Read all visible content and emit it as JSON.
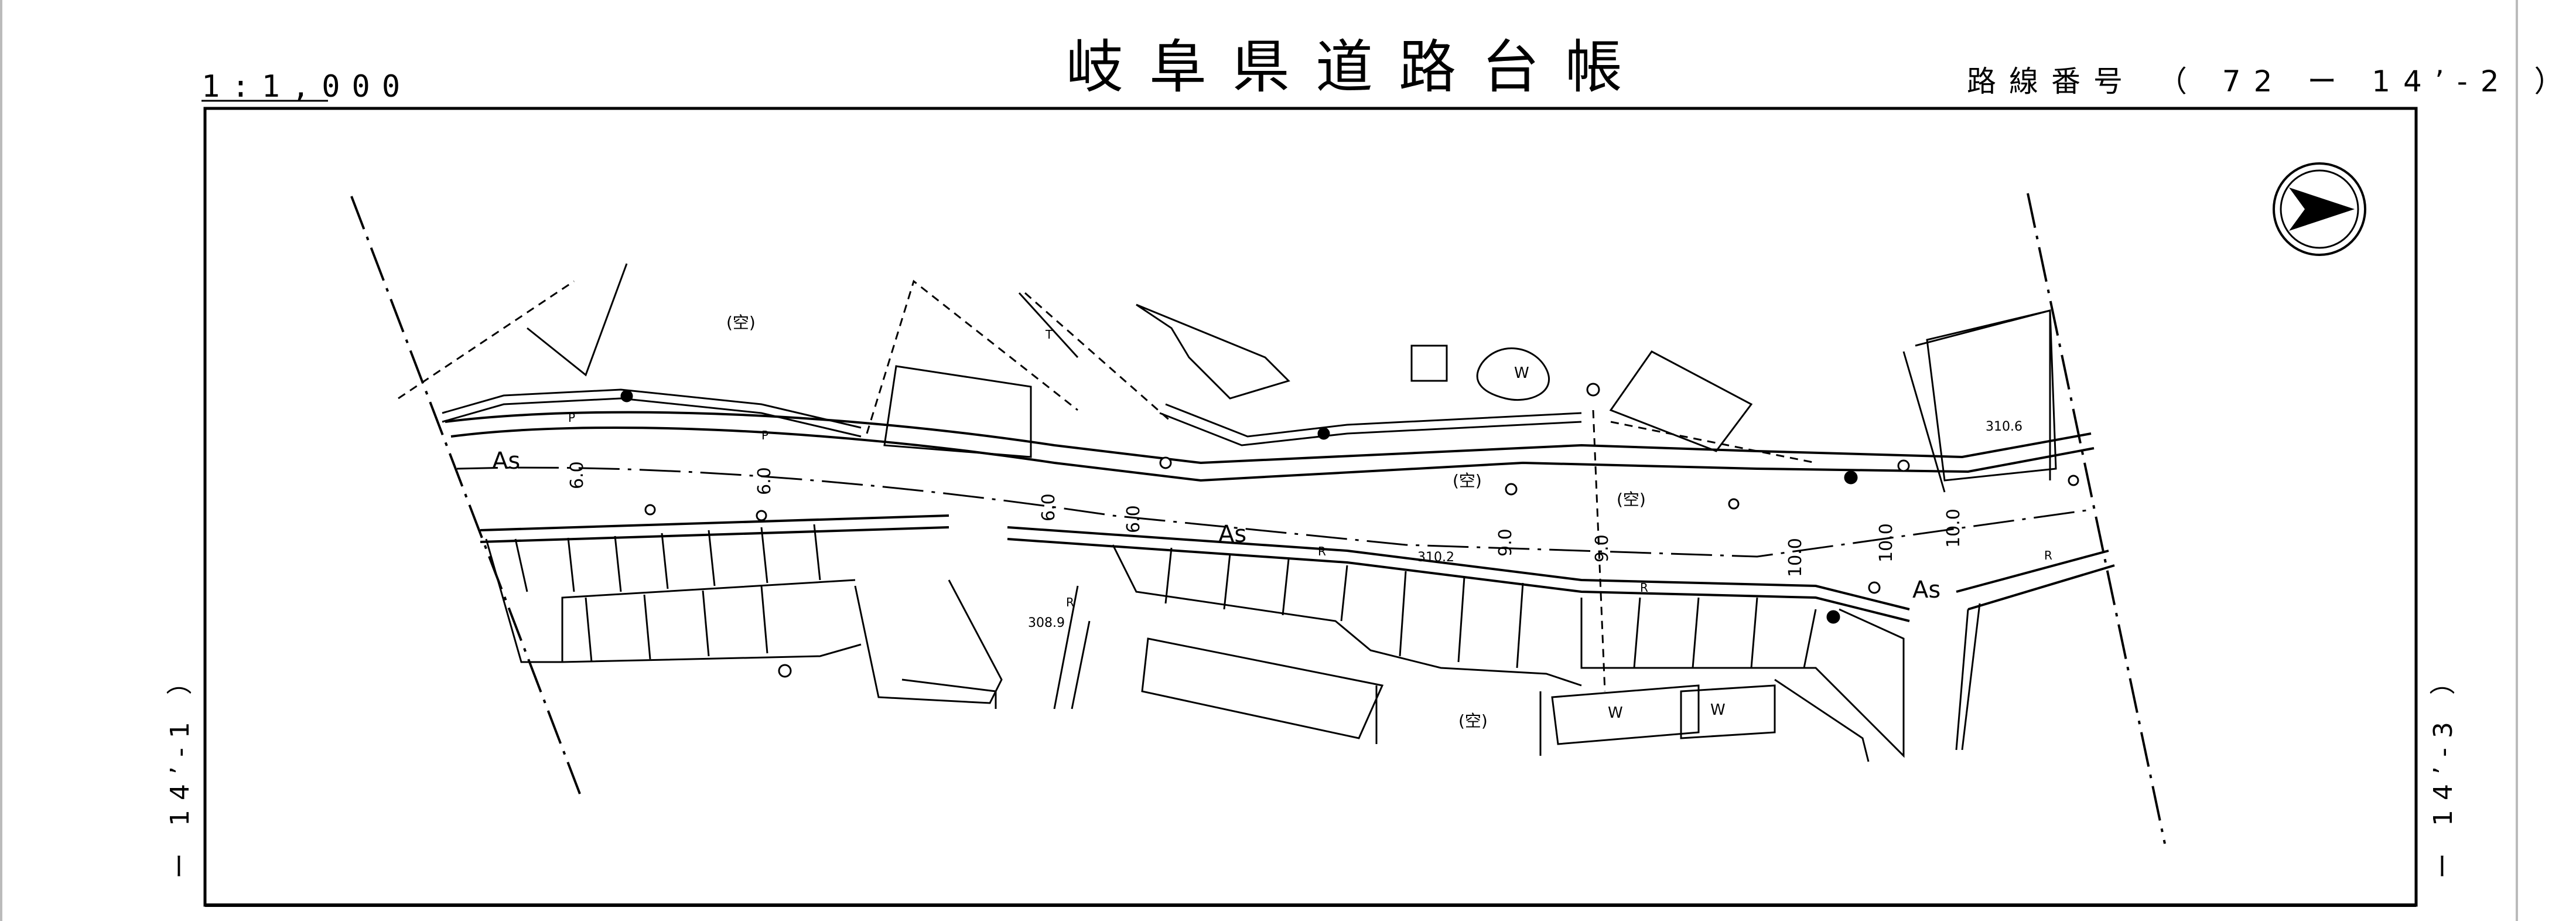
{
  "header": {
    "scale": "1:1,000",
    "title": "岐阜県道路台帳",
    "route_number": "路線番号 （ 72 ー 14’-2 ）"
  },
  "side_refs": {
    "left": "ー 14’-1 ）",
    "right": "ー 14’-3 ）"
  },
  "map": {
    "north_arrow": "north-arrow-icon",
    "pavement_labels": [
      "As",
      "As",
      "As"
    ],
    "width_labels": [
      "6.0",
      "6.0",
      "6.0",
      "6.0",
      "9.0",
      "9.0",
      "10.0",
      "10.0",
      "10.0"
    ],
    "vacant_label": "(空)",
    "elevations": [
      "310.6",
      "310.2",
      "308.9"
    ],
    "well_label": "W",
    "small_labels": {
      "p": "P",
      "r": "R",
      "t": "T"
    }
  }
}
